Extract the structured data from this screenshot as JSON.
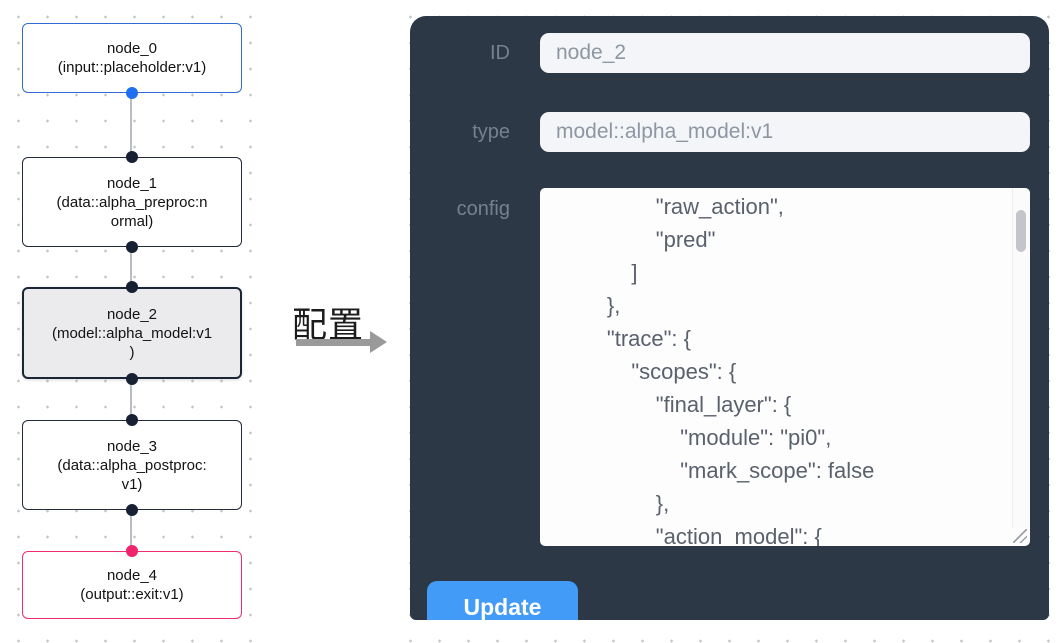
{
  "flow": {
    "nodes": [
      {
        "id": "node_0",
        "label": "node_0\n(input::placeholder:v1)",
        "kind": "input"
      },
      {
        "id": "node_1",
        "label": "node_1\n(data::alpha_preproc:n\normal)",
        "kind": "data"
      },
      {
        "id": "node_2",
        "label": "node_2\n(model::alpha_model:v1\n)",
        "kind": "model",
        "selected": true
      },
      {
        "id": "node_3",
        "label": "node_3\n(data::alpha_postproc:\nv1)",
        "kind": "data"
      },
      {
        "id": "node_4",
        "label": "node_4\n(output::exit:v1)",
        "kind": "output"
      }
    ]
  },
  "annotation": {
    "label": "配置"
  },
  "panel": {
    "id_field": {
      "label": "ID",
      "value": "node_2"
    },
    "type_field": {
      "label": "type",
      "value": "model::alpha_model:v1"
    },
    "config_field": {
      "label": "config",
      "text": "                \"raw_action\",\n                \"pred\"\n            ]\n        },\n        \"trace\": {\n            \"scopes\": {\n                \"final_layer\": {\n                    \"module\": \"pi0\",\n                    \"mark_scope\": false\n                },\n                \"action_model\": {"
    },
    "update_label": "Update"
  },
  "colors": {
    "panel_bg": "#2d3847",
    "input_bg": "#f3f5f9",
    "update_button": "#419bf7",
    "node_input_border": "#2f6bd0",
    "node_output_border": "#ee2d6e",
    "node_default_border": "#222b3a",
    "selected_node_bg": "#ebebed",
    "port_blue": "#1f6ff2",
    "port_dark": "#182133",
    "port_pink": "#f1246e",
    "edge_gray": "#b9bcc1",
    "arrow_gray": "#9a9a9a"
  }
}
